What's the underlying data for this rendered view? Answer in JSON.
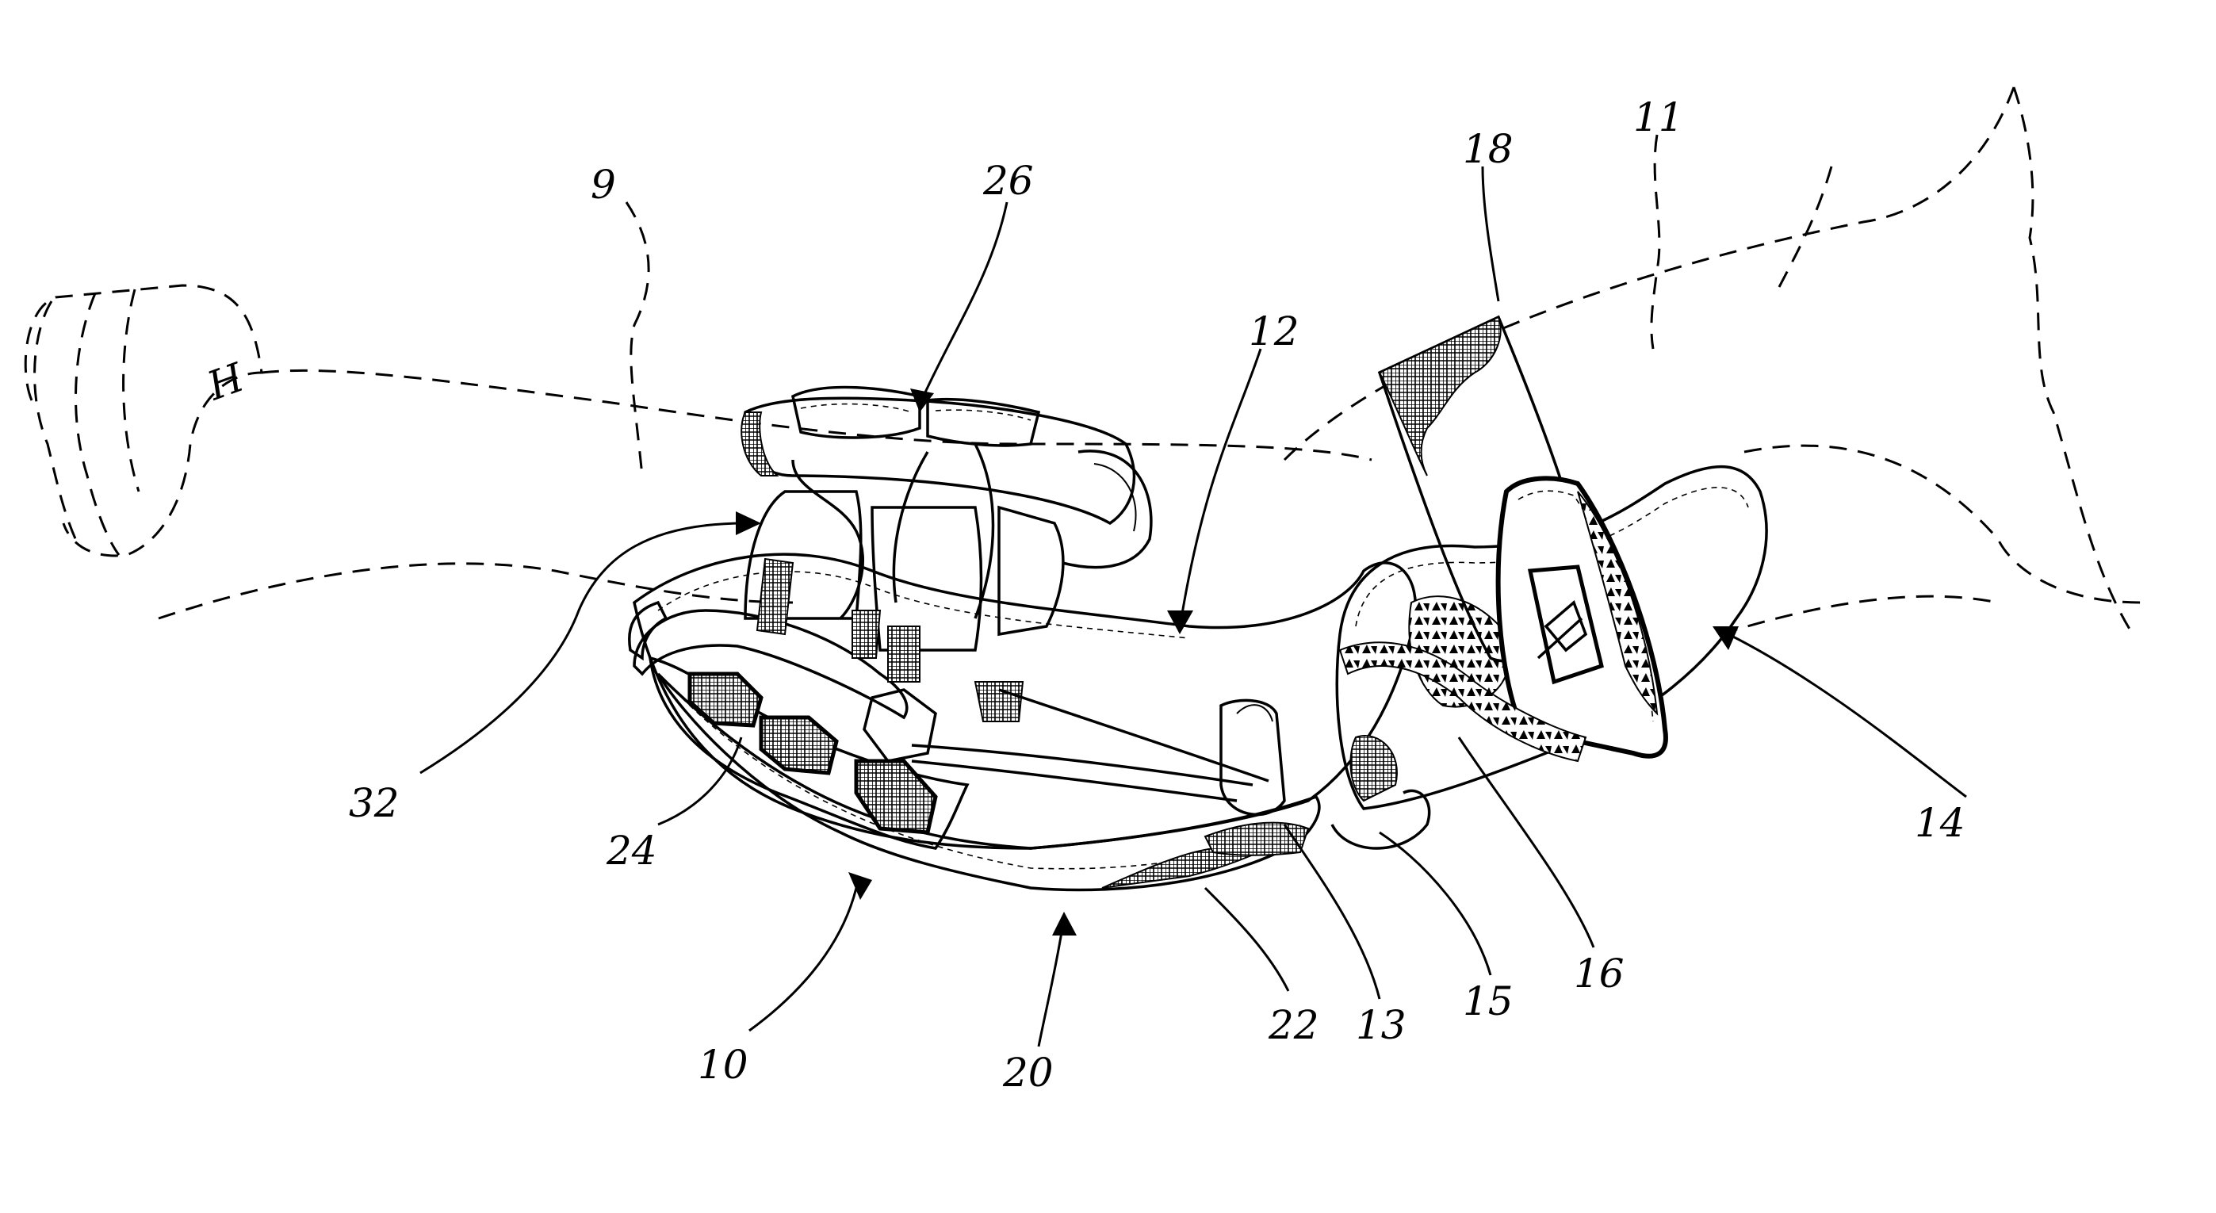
{
  "figure": {
    "hand_label": "H",
    "reference_numerals": [
      {
        "id": "9",
        "text": "9"
      },
      {
        "id": "26",
        "text": "26"
      },
      {
        "id": "12",
        "text": "12"
      },
      {
        "id": "18",
        "text": "18"
      },
      {
        "id": "11",
        "text": "11"
      },
      {
        "id": "32",
        "text": "32"
      },
      {
        "id": "24",
        "text": "24"
      },
      {
        "id": "10",
        "text": "10"
      },
      {
        "id": "20",
        "text": "20"
      },
      {
        "id": "22",
        "text": "22"
      },
      {
        "id": "13",
        "text": "13"
      },
      {
        "id": "15",
        "text": "15"
      },
      {
        "id": "16",
        "text": "16"
      },
      {
        "id": "14",
        "text": "14"
      }
    ]
  }
}
